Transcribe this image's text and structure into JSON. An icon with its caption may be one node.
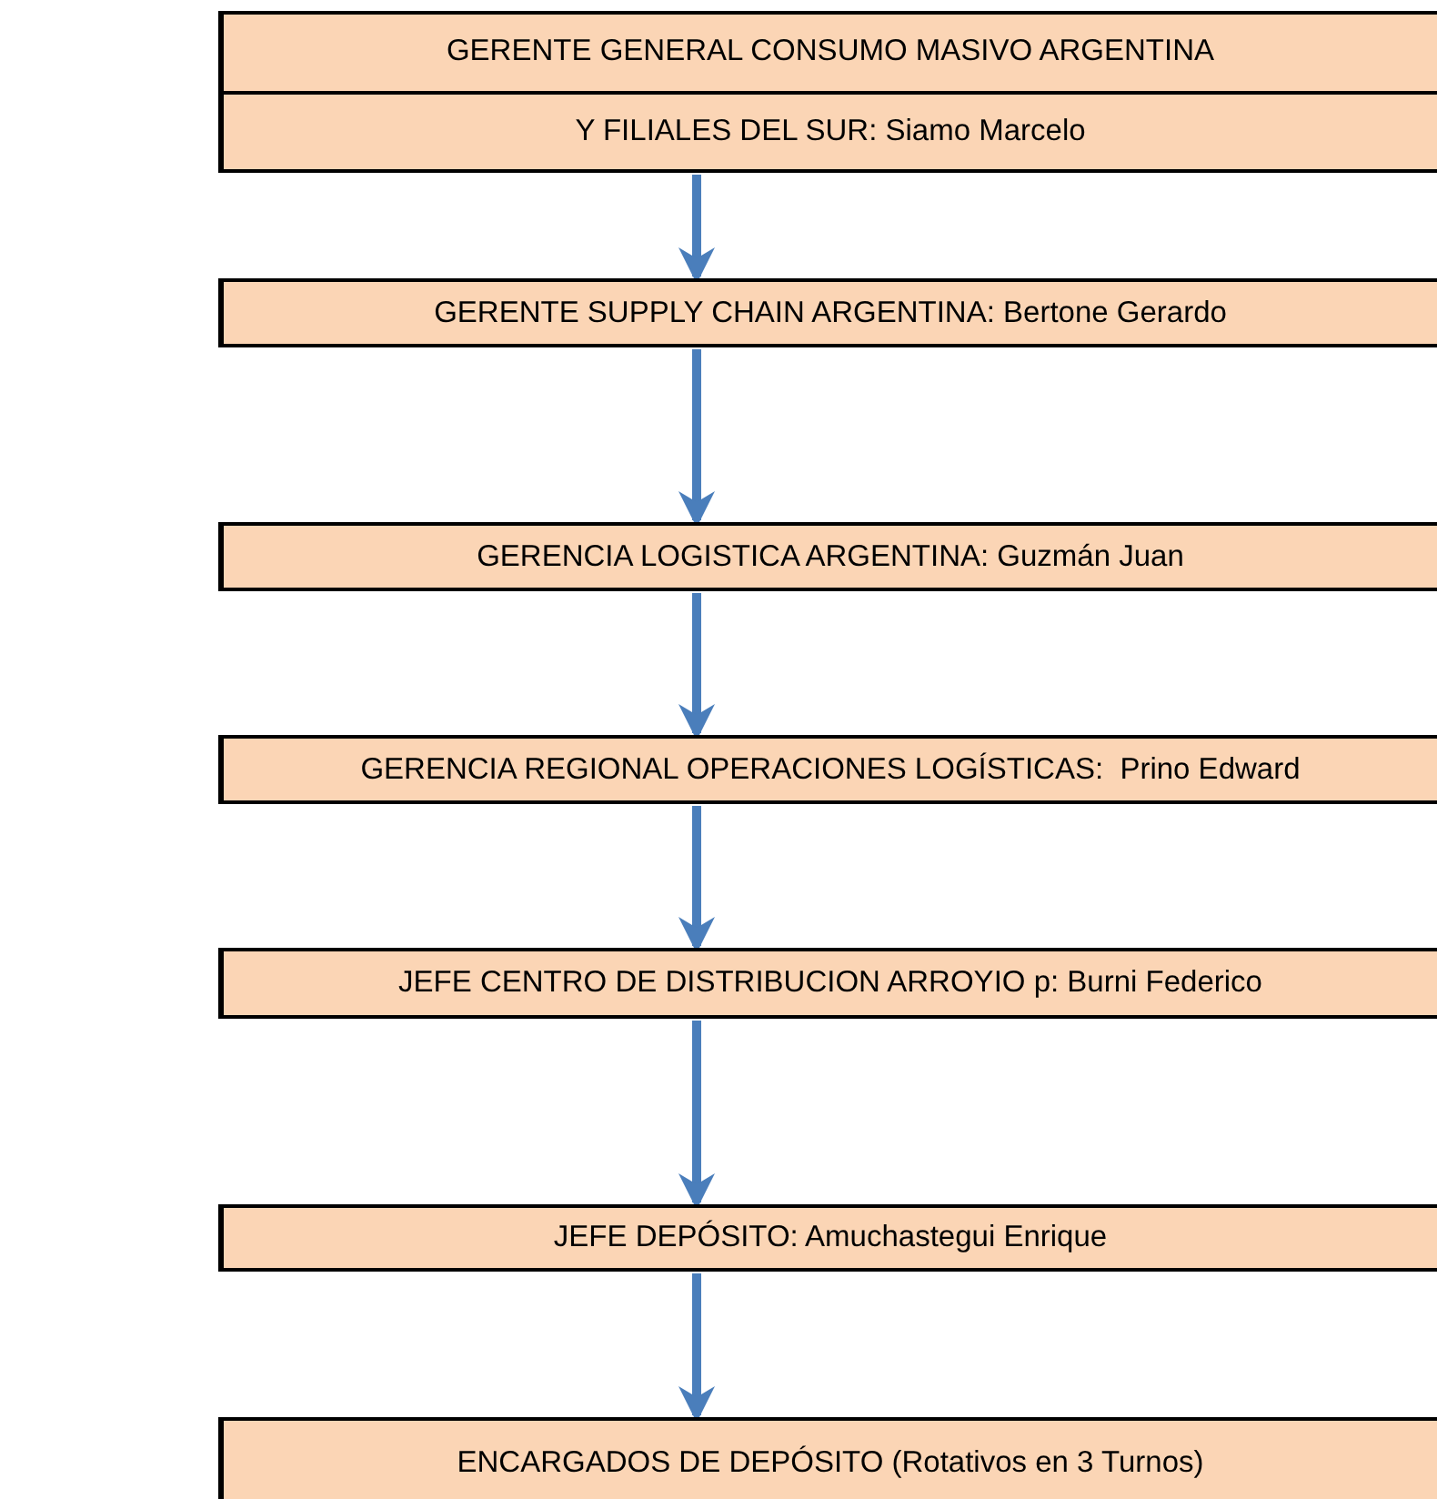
{
  "diagram": {
    "nodes": [
      {
        "text": [
          "GERENTE GENERAL CONSUMO MASIVO ARGENTINA",
          "Y FILIALES DEL SUR: Siamo Marcelo"
        ]
      },
      {
        "text": [
          "GERENTE SUPPLY CHAIN ARGENTINA: Bertone Gerardo"
        ]
      },
      {
        "text": [
          "GERENCIA LOGISTICA ARGENTINA: Guzmán Juan"
        ]
      },
      {
        "text": [
          "GERENCIA REGIONAL OPERACIONES LOGÍSTICAS:  Prino Edward"
        ]
      },
      {
        "text": [
          "JEFE CENTRO DE DISTRIBUCION ARROYIO p: Burni Federico"
        ]
      },
      {
        "text": [
          "JEFE DEPÓSITO: Amuchastegui Enrique"
        ]
      },
      {
        "text": [
          "ENCARGADOS DE DEPÓSITO (Rotativos en 3 Turnos)"
        ]
      }
    ],
    "edges": [
      {
        "from": 0,
        "to": 1,
        "arrow": "to"
      },
      {
        "from": 1,
        "to": 2,
        "arrow": "to"
      },
      {
        "from": 2,
        "to": 3,
        "arrow": "to"
      },
      {
        "from": 3,
        "to": 4,
        "arrow": "to"
      },
      {
        "from": 4,
        "to": 5,
        "arrow": "to"
      },
      {
        "from": 5,
        "to": 6,
        "arrow": "to"
      }
    ]
  }
}
